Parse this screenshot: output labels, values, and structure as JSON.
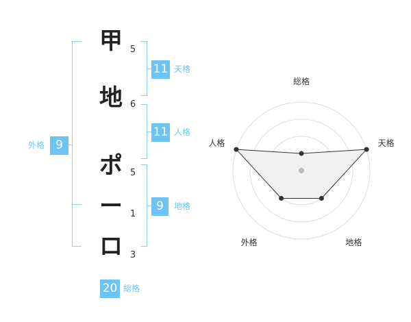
{
  "name": {
    "characters": [
      {
        "char": "甲",
        "strokes": "5"
      },
      {
        "char": "地",
        "strokes": "6"
      },
      {
        "char": "ポ",
        "strokes": "5"
      },
      {
        "char": "ー",
        "strokes": "1"
      },
      {
        "char": "ロ",
        "strokes": "3"
      }
    ]
  },
  "kaku": {
    "tenkaku": {
      "value": "11",
      "label": "天格"
    },
    "jinkaku": {
      "value": "11",
      "label": "人格"
    },
    "chikaku": {
      "value": "9",
      "label": "地格"
    },
    "gaikaku": {
      "value": "9",
      "label": "外格"
    },
    "soukaku": {
      "value": "20",
      "label": "総格"
    }
  },
  "radar": {
    "axes": [
      "総格",
      "天格",
      "地格",
      "外格",
      "人格"
    ],
    "levels": 4,
    "values": [
      0.25,
      1.0,
      0.5,
      0.5,
      1.0
    ],
    "colors": {
      "grid": "#dddddd",
      "fill": "#f0f0f0",
      "line": "#333333",
      "center": "#bbbbbb"
    }
  }
}
